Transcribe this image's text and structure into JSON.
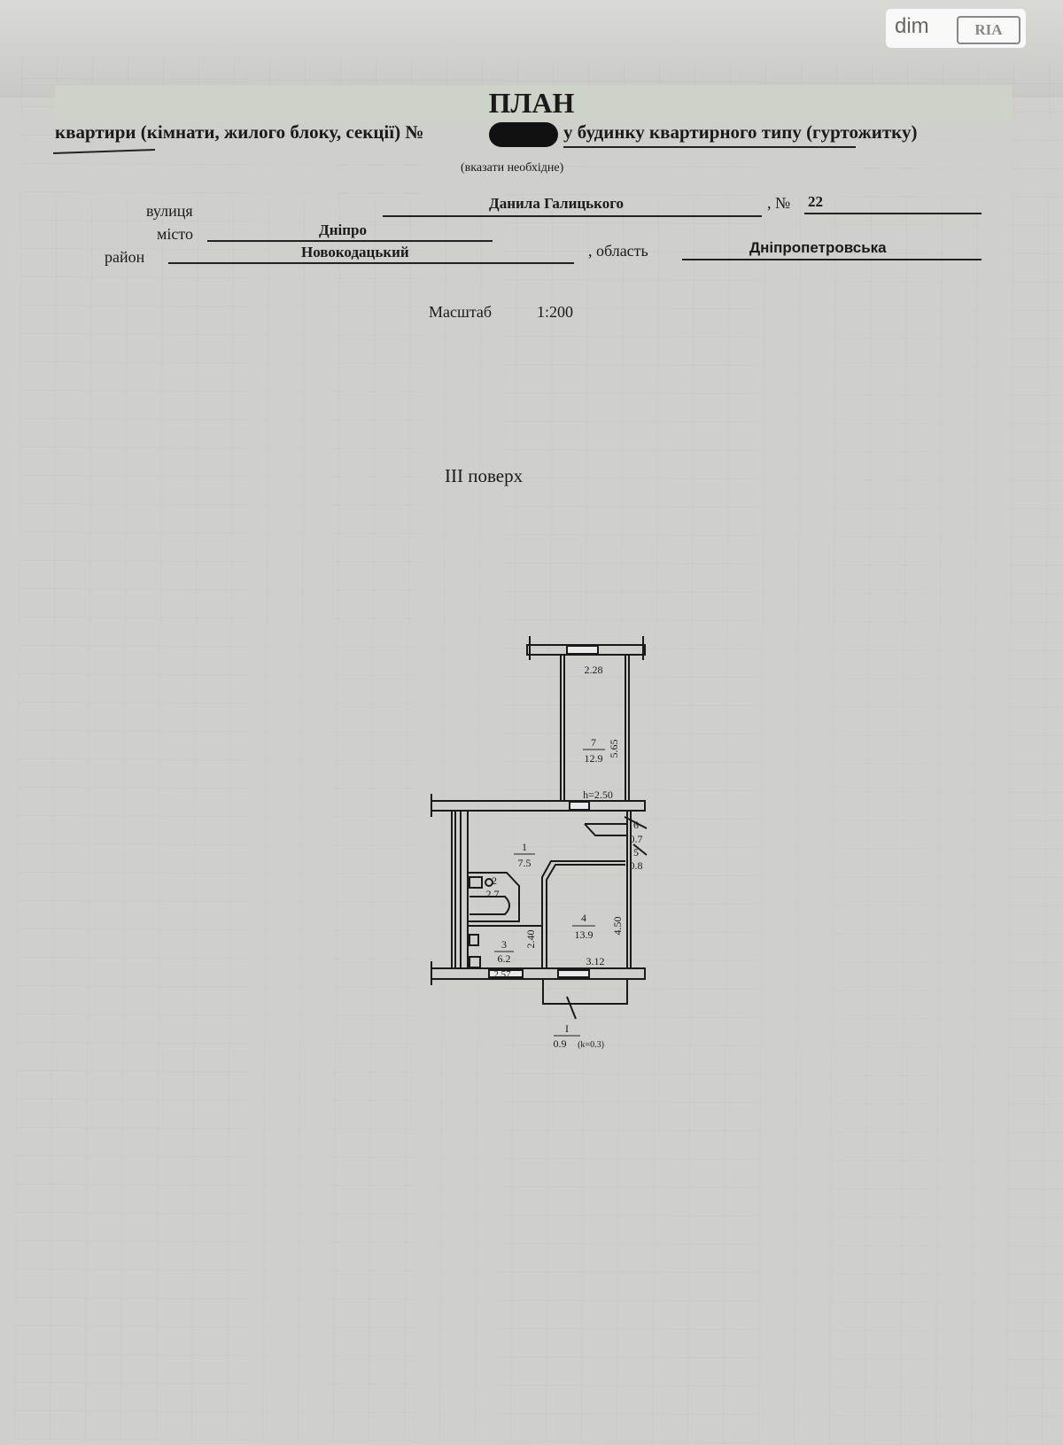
{
  "watermark": {
    "brand": "dim",
    "logo": "RIA"
  },
  "header": {
    "title": "ПЛАН",
    "subtitle_left": "квартири (кімнати, жилого блоку, секції) №",
    "subtitle_right": "у будинку квартирного типу (гуртожитку)",
    "note": "(вказати необхідне)"
  },
  "address": {
    "street_label": "вулиця",
    "street": "Данила Галицького",
    "number_label": ", №",
    "number": "22",
    "city_label": "місто",
    "city": "Дніпро",
    "district_label": "район",
    "district": "Новокодацький",
    "region_label": ", область",
    "region": "Дніпропетровська"
  },
  "scale": {
    "label": "Масштаб",
    "value": "1:200"
  },
  "floor": "III поверх",
  "plan": {
    "height": "h=2.50",
    "rooms": [
      {
        "num": "1",
        "area": "7.5"
      },
      {
        "num": "2",
        "area": "2.7"
      },
      {
        "num": "3",
        "area": "6.2"
      },
      {
        "num": "4",
        "area": "13.9"
      },
      {
        "num": "5",
        "area": "0.8"
      },
      {
        "num": "6",
        "area": "0.7"
      },
      {
        "num": "7",
        "area": "12.9"
      }
    ],
    "dims": {
      "r7_width": "2.28",
      "r7_length": "5.65",
      "r4_length": "4.50",
      "r4_width": "3.12",
      "r3_length": "2.40",
      "r3_width": "2.57"
    },
    "balcony": {
      "num": "I",
      "area": "0.9",
      "coef": "(k=0.3)"
    }
  }
}
